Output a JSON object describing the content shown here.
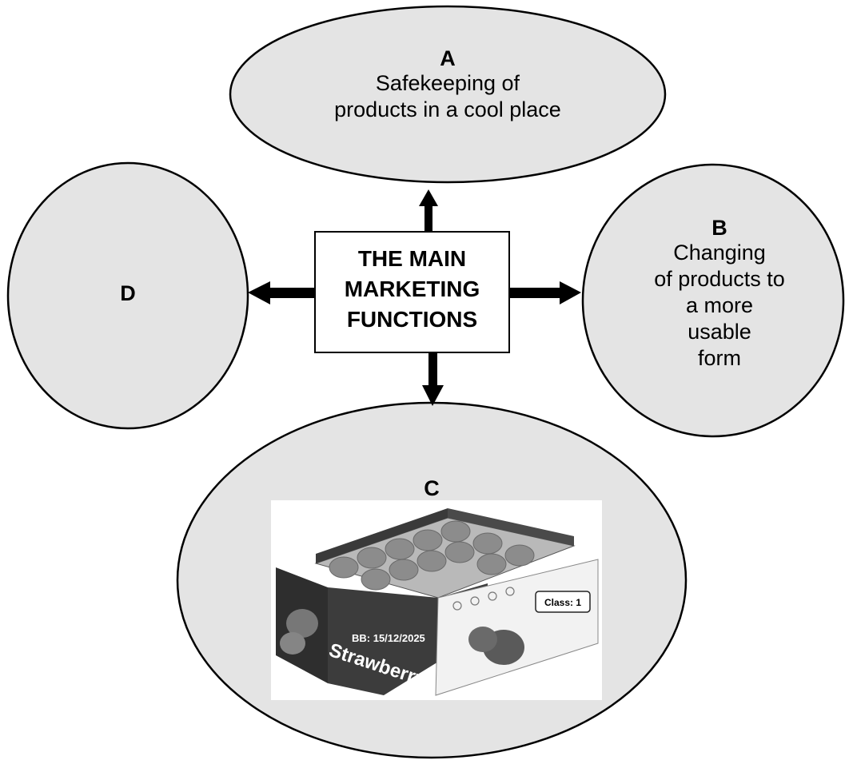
{
  "center": {
    "line1": "THE MAIN",
    "line2": "MARKETING",
    "line3": "FUNCTIONS"
  },
  "nodes": {
    "a": {
      "letter": "A",
      "line1": "Safekeeping of",
      "line2": "products in a cool place"
    },
    "b": {
      "letter": "B",
      "line1": "Changing",
      "line2": "of products to",
      "line3": "a more",
      "line4": "usable",
      "line5": "form"
    },
    "c": {
      "letter": "C"
    },
    "d": {
      "letter": "D"
    }
  },
  "package": {
    "best_before": "BB: 15/12/2025",
    "class_label": "Class: 1",
    "brand": "Strawberry"
  },
  "colors": {
    "node_fill": "#e4e4e4",
    "outline": "#000000",
    "box_fill": "#ffffff",
    "arrow": "#000000"
  }
}
